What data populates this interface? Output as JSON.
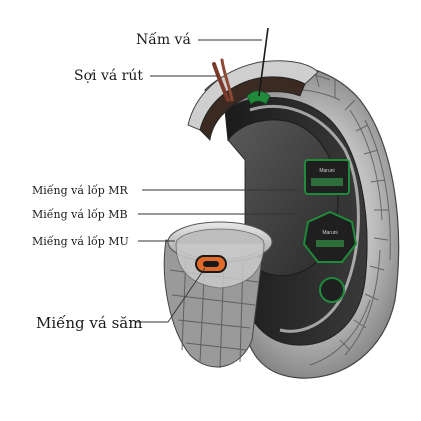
{
  "labels": {
    "mushroom_plug": "Nấm vá",
    "pull_string": "Sợi vá rút",
    "patch_mr": "Miếng vá lốp MR",
    "patch_mb": "Miếng vá lốp MB",
    "patch_mu": "Miếng vá lốp MU",
    "tube_patch": "Miếng vá săm"
  },
  "patch_brand": "Maruni",
  "icons": [
    "tire-cutaway-illustration",
    "mushroom-plug-icon",
    "repair-string-icon",
    "tube-patch-icon"
  ],
  "colors": {
    "rubber_dark": "#2b2b2b",
    "rubber_mid": "#8a8a8a",
    "rubber_light": "#d6d6d6",
    "patch_green": "#1f8a3a",
    "tube_patch_orange": "#e06a2a",
    "leader_line": "#333333"
  }
}
